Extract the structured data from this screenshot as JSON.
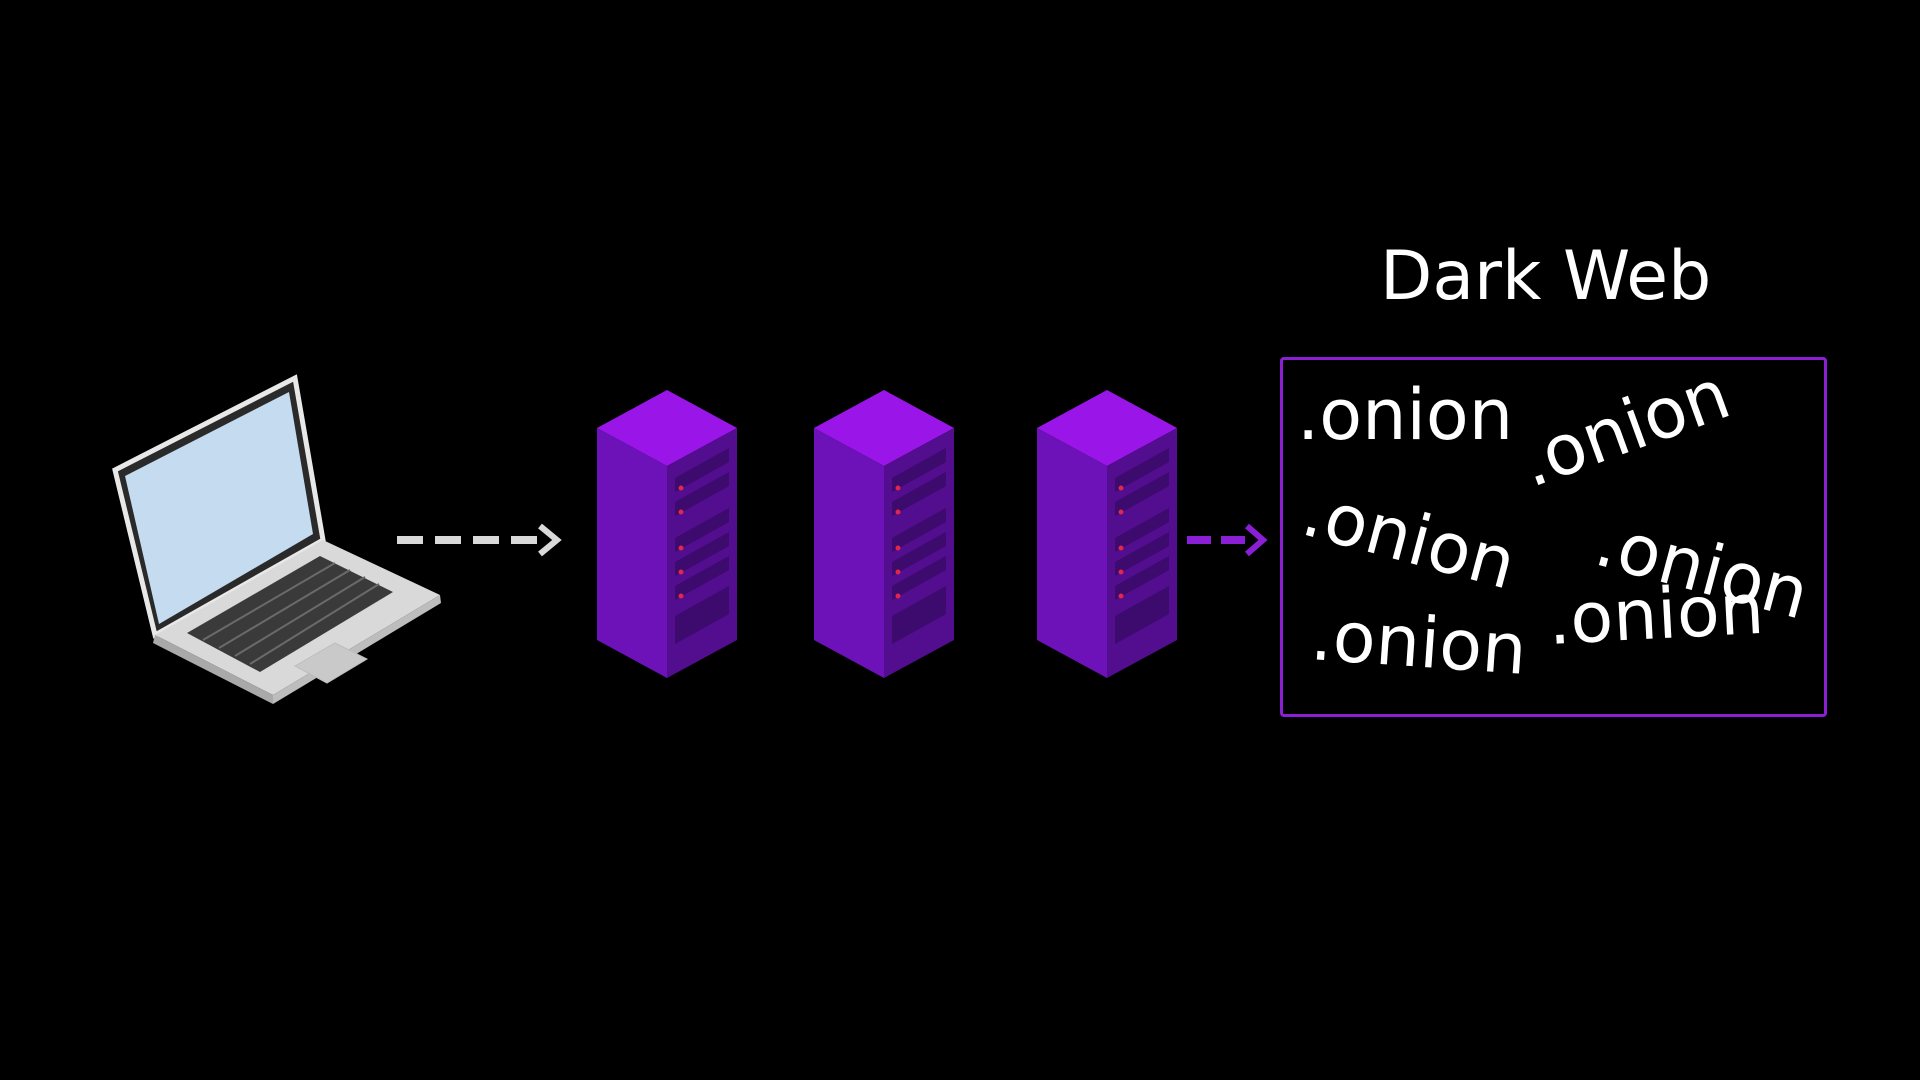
{
  "diagram": {
    "title": "Dark Web",
    "onion_labels": [
      ".onion",
      ".onion",
      ".onion",
      ".onion",
      ".onion",
      ".onion"
    ],
    "colors": {
      "background": "#000000",
      "accent": "#8a1fd6",
      "server_top": "#9a16e8",
      "server_side_left": "#6d12b8",
      "server_side_right": "#530d8f",
      "laptop_screen": "#c5dbf0",
      "laptop_body": "#d6d6d6",
      "arrow_gray": "#d9d9d9",
      "text": "#ffffff"
    },
    "icons": [
      "laptop-icon",
      "server-rack-icon",
      "arrow-right-icon"
    ]
  }
}
